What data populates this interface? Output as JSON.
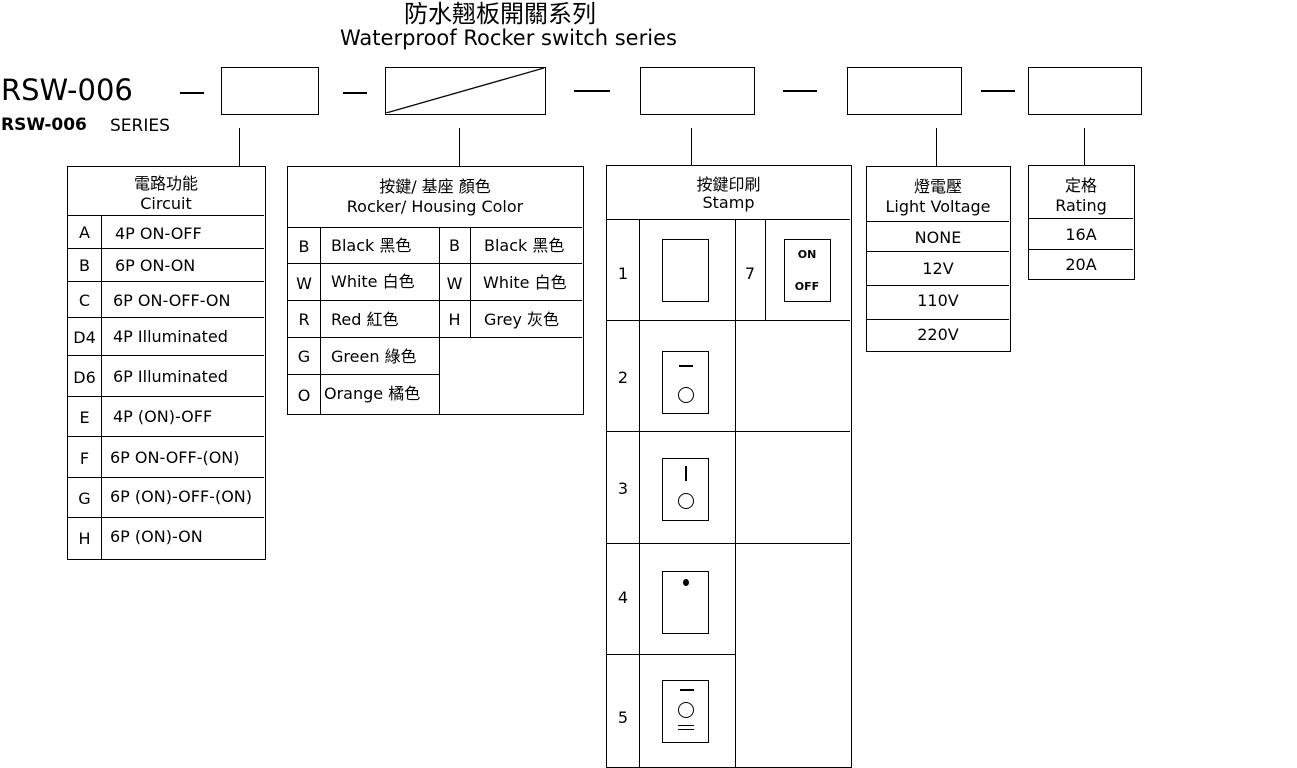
{
  "title": {
    "cn": "防水翹板開關系列",
    "en": "Waterproof Rocker switch series"
  },
  "model": {
    "code": "RSW-006",
    "series_code": "RSW-006",
    "series_word": "SERIES"
  },
  "circuit": {
    "header_cn": "電路功能",
    "header_en": "Circuit",
    "rows": [
      {
        "code": "A",
        "desc": "4P   ON-OFF"
      },
      {
        "code": "B",
        "desc": "6P   ON-ON"
      },
      {
        "code": "C",
        "desc": "6P ON-OFF-ON"
      },
      {
        "code": "D4",
        "desc": "4P Illuminated"
      },
      {
        "code": "D6",
        "desc": "6P Illuminated"
      },
      {
        "code": "E",
        "desc": "4P   (ON)-OFF"
      },
      {
        "code": "F",
        "desc": "6P ON-OFF-(ON)"
      },
      {
        "code": "G",
        "desc": "6P (ON)-OFF-(ON)"
      },
      {
        "code": "H",
        "desc": "6P   (ON)-ON"
      }
    ]
  },
  "color": {
    "header_cn": "按鍵/ 基座 顏色",
    "header_en": "Rocker/ Housing Color",
    "left": [
      {
        "code": "B",
        "name": "Black  黑色"
      },
      {
        "code": "W",
        "name": "White  白色"
      },
      {
        "code": "R",
        "name": "Red      紅色"
      },
      {
        "code": "G",
        "name": "Green  綠色"
      },
      {
        "code": "O",
        "name": "Orange 橘色"
      }
    ],
    "right": [
      {
        "code": "B",
        "name": "Black  黑色"
      },
      {
        "code": "W",
        "name": "White  白色"
      },
      {
        "code": "H",
        "name": "Grey  灰色"
      }
    ]
  },
  "stamp": {
    "header_cn": "按鍵印刷",
    "header_en": "Stamp",
    "rows": [
      {
        "num": "1"
      },
      {
        "num": "2"
      },
      {
        "num": "3"
      },
      {
        "num": "4"
      },
      {
        "num": "5"
      }
    ],
    "extra": {
      "num": "7",
      "on": "ON",
      "off": "OFF"
    }
  },
  "voltage": {
    "header_cn": "燈電壓",
    "header_en": "Light Voltage",
    "rows": [
      "NONE",
      "12V",
      "110V",
      "220V"
    ]
  },
  "rating": {
    "header_cn": "定格",
    "header_en": "Rating",
    "rows": [
      "16A",
      "20A"
    ]
  }
}
